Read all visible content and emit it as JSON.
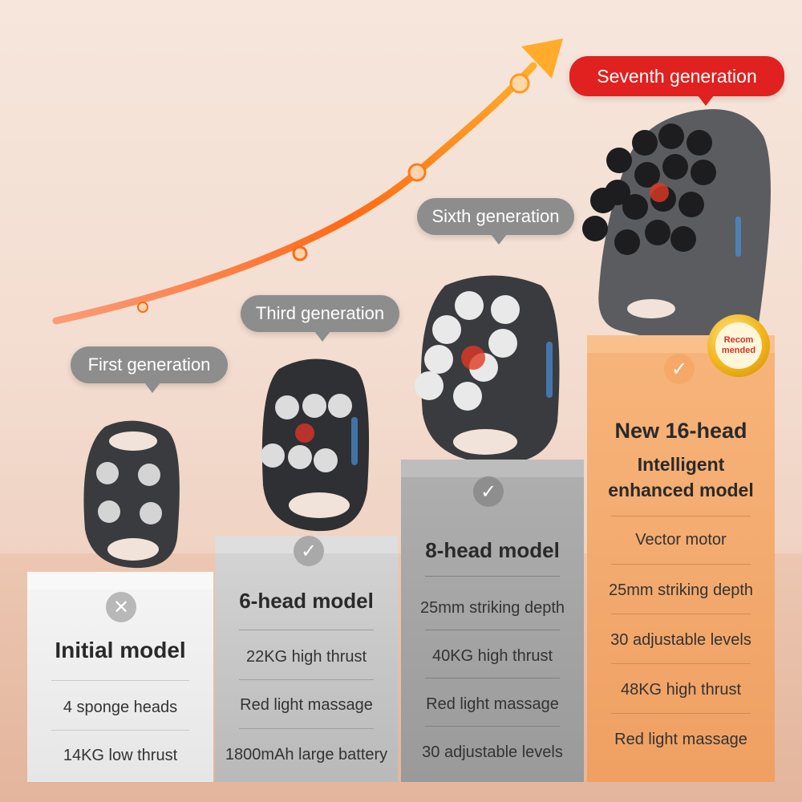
{
  "labels": {
    "first": "First generation",
    "third": "Third generation",
    "sixth": "Sixth generation",
    "seventh": "Seventh generation"
  },
  "tiers": [
    {
      "title": "Initial model",
      "features": [
        "4 sponge heads",
        "14KG low thrust"
      ],
      "status_icon": "cross-icon"
    },
    {
      "title": "6-head model",
      "features": [
        "22KG high thrust",
        "Red light massage",
        "1800mAh large battery"
      ],
      "status_icon": "check-icon"
    },
    {
      "title": "8-head model",
      "features": [
        "25mm striking depth",
        "40KG high thrust",
        "Red light massage",
        "30 adjustable levels"
      ],
      "status_icon": "check-icon"
    },
    {
      "title_line1": "New 16-head",
      "title_line2": "Intelligent",
      "title_line3": "enhanced model",
      "features": [
        "Vector motor",
        "25mm striking depth",
        "30 adjustable levels",
        "48KG high thrust",
        "Red light massage"
      ],
      "status_icon": "check-icon"
    }
  ],
  "medal": {
    "line1": "Recom",
    "line2": "mended"
  },
  "colors": {
    "arrow": "#f58a1f",
    "highlight_box": "#f4a668",
    "red_label": "#e0211f",
    "grey_label": "#8d8d8d"
  }
}
